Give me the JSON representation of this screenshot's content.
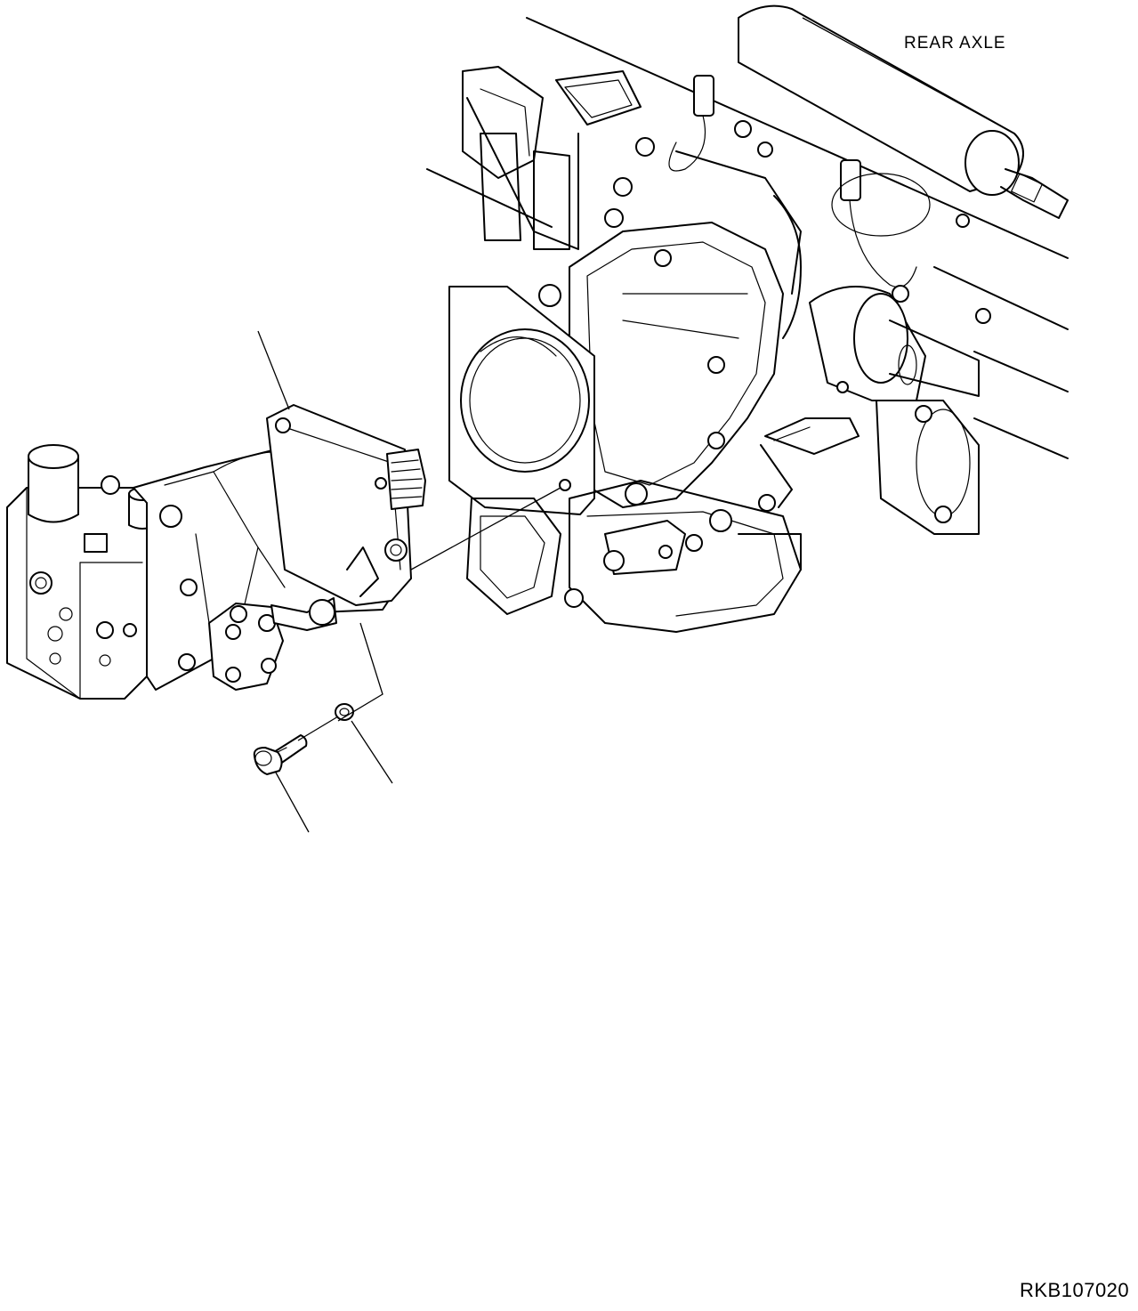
{
  "diagram": {
    "callouts": {
      "rear_axle": "REAR AXLE",
      "figure_code": "RKB107020"
    },
    "parts": [
      {
        "name": "travel-motor"
      },
      {
        "name": "mounting-bolt"
      },
      {
        "name": "washer"
      },
      {
        "name": "rear-axle-assembly"
      }
    ],
    "colors": {
      "line": "#000000",
      "background": "#ffffff"
    }
  }
}
